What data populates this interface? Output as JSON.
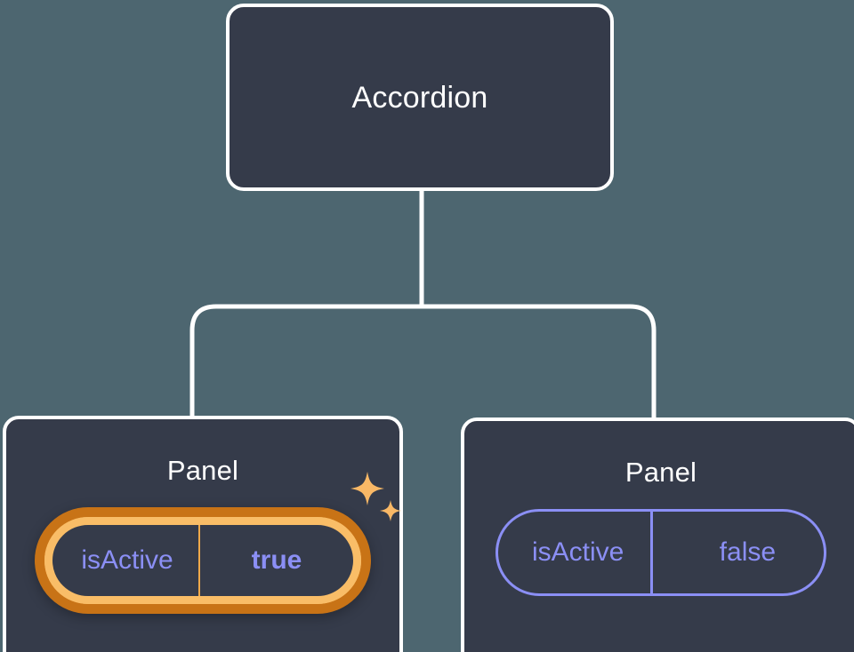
{
  "diagram": {
    "type": "component-tree",
    "background_color": "#4d6670",
    "node_fill_color": "#353b4a",
    "node_border_color": "#ffffff",
    "connector_color": "#ffffff",
    "prop_color": "#8b8ff5",
    "highlight_outer_color": "#c87316",
    "highlight_inner_color": "#f9bd67",
    "highlight_divider_color": "#f0a94a",
    "sparkle_color": "#f9b866"
  },
  "root": {
    "title": "Accordion"
  },
  "children": [
    {
      "title": "Panel",
      "prop": {
        "key": "isActive",
        "value": "true",
        "highlighted": true,
        "value_bold": true,
        "sparkle_icon": "sparkles-icon"
      }
    },
    {
      "title": "Panel",
      "prop": {
        "key": "isActive",
        "value": "false",
        "highlighted": false,
        "value_bold": false
      }
    }
  ]
}
